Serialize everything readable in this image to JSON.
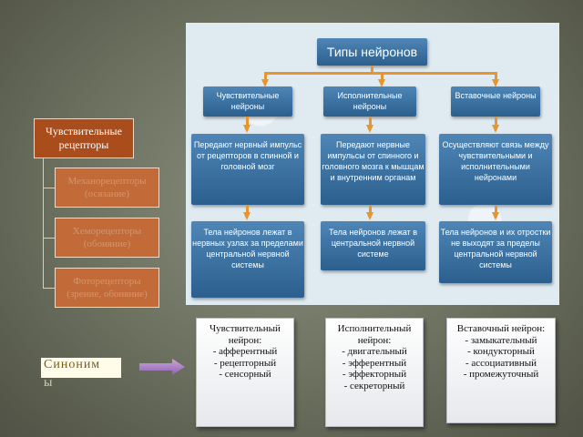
{
  "receptors": {
    "title": "Чувствительные рецепторы",
    "items": [
      "Механорецепторы (осязание)",
      "Хеморецепторы (обоняние)",
      "Фоторецепторы (зрение, обоняние)"
    ]
  },
  "diagram": {
    "title": "Типы нейронов",
    "columns": [
      {
        "name": "Чувствительные нейроны",
        "function": "Передают нервный импульс от рецепторов в спинной и головной мозг",
        "location": "Тела нейронов лежат в нервных узлах за пределами центральной нервной системы"
      },
      {
        "name": "Исполнительные нейроны",
        "function": "Передают нервные импульсы от спинного и головного мозга к мышцам и внутренним органам",
        "location": "Тела нейронов лежат в центральной нервной системе"
      },
      {
        "name": "Вставочные нейроны",
        "function": "Осуществляют связь между чувствительными и исполнительными нейронами",
        "location": "Тела нейронов и их отростки не выходят за пределы центральной нервной системы"
      }
    ]
  },
  "synonyms": {
    "label_main": "Синоним",
    "label_wrap": "ы",
    "boxes": [
      {
        "title": "Чувствительный нейрон:",
        "items": [
          "- афферентный",
          "- рецепторный",
          "- сенсорный"
        ]
      },
      {
        "title": "Исполнительный нейрон:",
        "items": [
          "- двигательный",
          "- эфферентный",
          "- эффекторный",
          "- секреторный"
        ]
      },
      {
        "title": "Вставочный нейрон:",
        "items": [
          "- замыкательный",
          "- кондукторный",
          "- ассоциативный",
          "- промежуточный"
        ]
      }
    ]
  },
  "colors": {
    "accent_orange": "#e8952e",
    "node_blue": "#3a6f9f",
    "receptor_brown": "#a94d1c"
  }
}
